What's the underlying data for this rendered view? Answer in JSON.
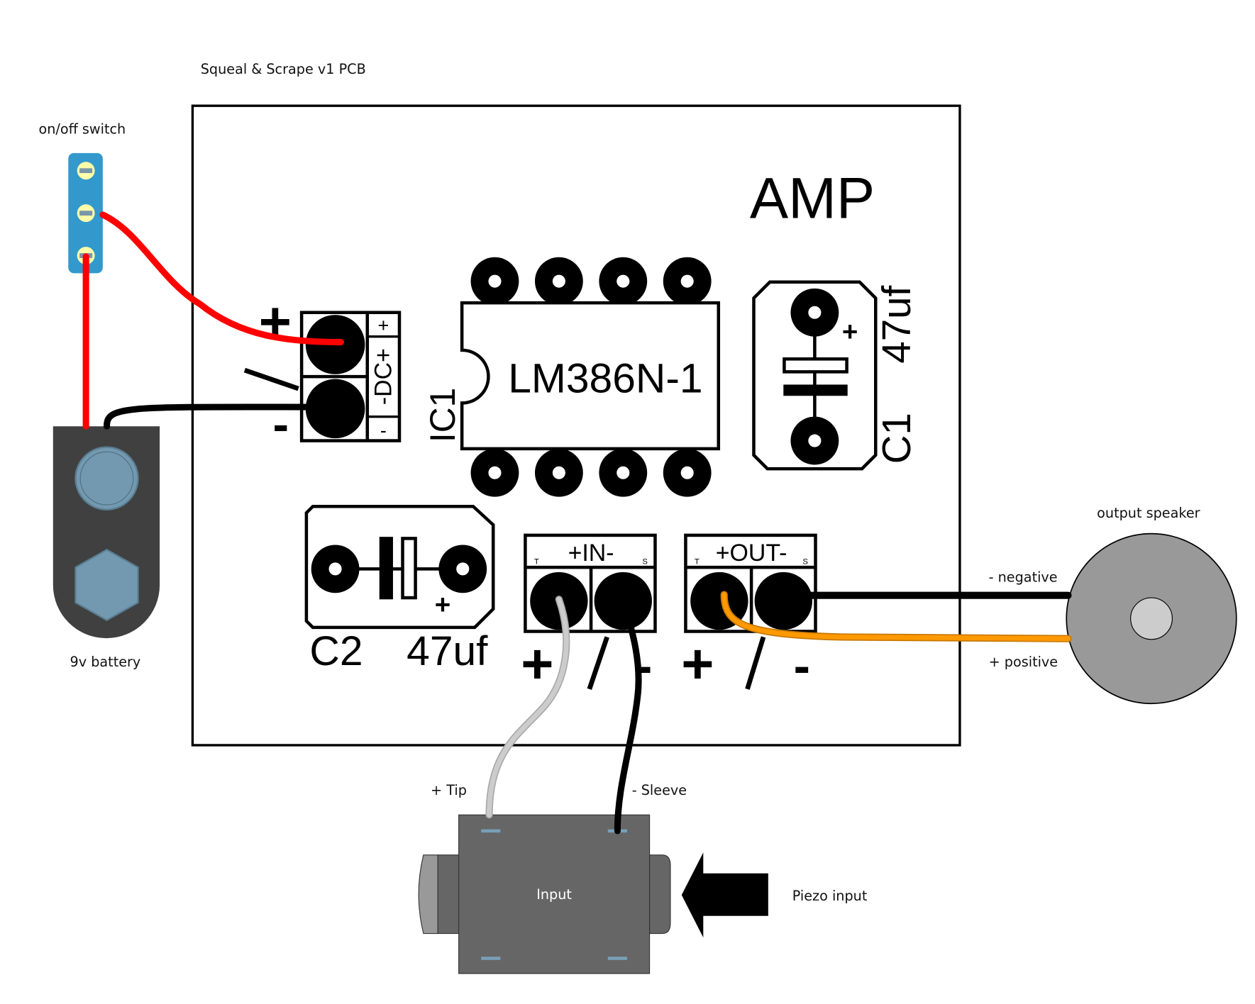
{
  "title": "Squeal & Scrape v1 PCB",
  "board": {
    "name": "AMP",
    "ic": {
      "ref": "IC1",
      "part": "LM386N-1"
    },
    "c1": {
      "ref": "C1",
      "value": "47uf",
      "polarity": "+"
    },
    "c2": {
      "ref": "C2",
      "value": "47uf",
      "polarity": "+"
    },
    "dc_terminal": {
      "plus": "+",
      "label": "-DC+",
      "minus": "-",
      "sign_plus": "+",
      "sign_slash": "/",
      "sign_minus": "-"
    },
    "in_terminal": {
      "label": "+IN-",
      "t": "T",
      "s": "S",
      "sign_plus": "+",
      "sign_slash": "/",
      "sign_minus": "-"
    },
    "out_terminal": {
      "label": "+OUT-",
      "t": "T",
      "s": "S",
      "sign_plus": "+",
      "sign_slash": "/",
      "sign_minus": "-"
    }
  },
  "components": {
    "switch_label": "on/off switch",
    "battery_label": "9v battery",
    "speaker_label": "output speaker",
    "speaker_negative": "- negative",
    "speaker_positive": "+ positive",
    "jack_label": "Input",
    "tip_label": "+ Tip",
    "sleeve_label": "- Sleeve",
    "piezo_label": "Piezo input"
  },
  "colors": {
    "red_wire": "#ff0000",
    "black_wire": "#000000",
    "orange_wire": "#ff9900",
    "gray_wire": "#cccccc",
    "switch": "#3399cc",
    "battery": "#404040",
    "jack": "#666666",
    "speaker": "#999999"
  }
}
